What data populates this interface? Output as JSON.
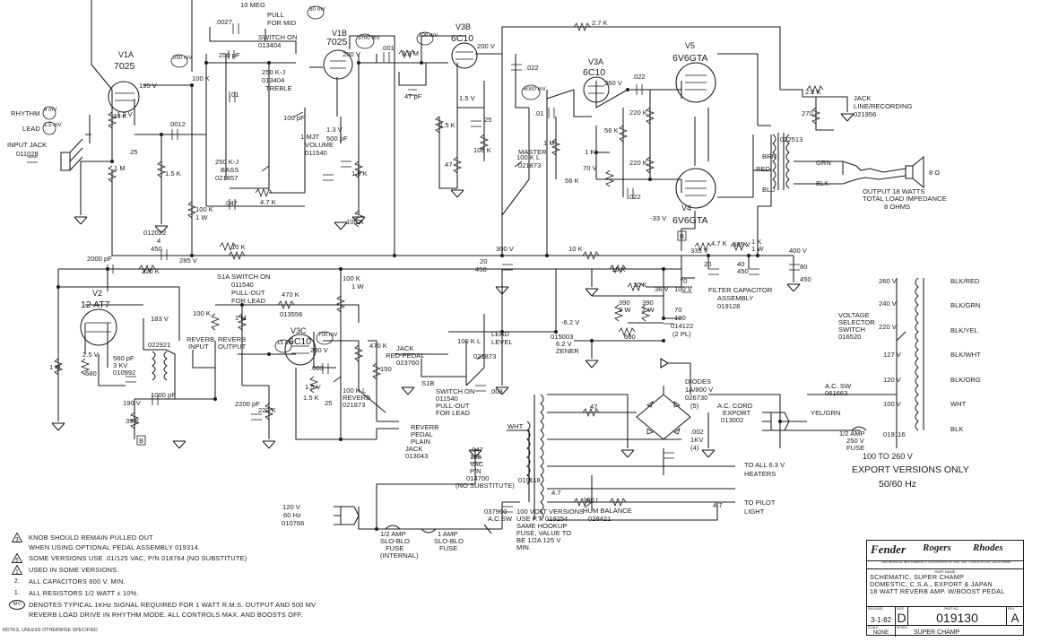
{
  "tubes": {
    "v1a": {
      "name": "V1A",
      "type": "7025"
    },
    "v1b": {
      "name": "V1B",
      "type": "7025"
    },
    "v3b": {
      "name": "V3B",
      "type": "6C10"
    },
    "v3a": {
      "name": "V3A",
      "type": "6C10"
    },
    "v3c": {
      "name": "V3C",
      "type": "6C10"
    },
    "v5": {
      "name": "V5",
      "type": "6V6GTA"
    },
    "v4": {
      "name": "V4",
      "type": "6V6GTA"
    },
    "v2": {
      "name": "V2",
      "type": "12 AT7"
    }
  },
  "mv_badges": [
    "50 mV",
    "250 mV",
    "3700 mV",
    "200 mV",
    "6000 mV",
    "15 mV",
    "700 mV"
  ],
  "inputs": {
    "rhythm": "RHYTHM",
    "lead": "LEAD",
    "rhythm_mv": "6 mV",
    "lead_mv": "1.5 mV",
    "input_jack": "INPUT JACK",
    "input_jack_pn": "011028"
  },
  "tone": {
    "pot_mid": "10 MEG",
    "pull_mid": "PULL",
    "for_mid": "FOR MID",
    "switch_on": "SWITCH ON",
    "switch_pn": "013404",
    "treble_val": "250 K-J",
    "treble_pn": "013404",
    "treble": "TREBLE",
    "bass_val": "250 K-J",
    "bass": "BASS",
    "bass_pn": "021857",
    "volume_val": "1 MJT",
    "volume": "VOLUME",
    "volume_pn": "011540",
    "c_0027": ".0027",
    "c_250pf": "250 pF",
    "c_01": ".01",
    "c_100pf": "100 pF",
    "c_047": ".047",
    "r_47k": "4.7 K",
    "r_100k": "100 K"
  },
  "labels": {
    "v1a_plate": "195 V",
    "v1a_cath": "1.2 V",
    "r_33k": "33 K",
    "c_0012": ".0012",
    "r_1m": "1 M",
    "c_25_25": "25",
    "r_15k": "1.5 K",
    "r_100k_1w": "100 K",
    "watt_1w": "1 W",
    "cap_012022": "012022",
    "cap_4": "4",
    "cap_450": "450",
    "v_285": "285 V",
    "r_10k_a": "10 K",
    "v1b_plate": "200 V",
    "c_001": ".001",
    "r_33m": "3.3 M",
    "c_47pf": "47 pF",
    "r_15k_b": "1.5 K",
    "c_500pf": "500 pF",
    "v_13": "1.3 V",
    "r_100k_1w_b": "100 K",
    "v3b_plate": "200 V",
    "v3b_cath": "1.5 V",
    "c_022_a": ".022",
    "r_15k_c": "1.5 K",
    "c_25v": "25",
    "r_100k_c": "100 K",
    "r_47": "47",
    "master_val": "100 K L",
    "master": "MASTER",
    "master_pn": "021873",
    "r_27k": "2.7 K",
    "v3a_plate": "260 V",
    "c_022_b": ".022",
    "c_01_b": ".01",
    "r_220k_a": "220 K",
    "r_220k_b": "220 K",
    "r_56k_a": "56 K",
    "r_56k_b": "56 K",
    "r_1m_b": "1 M",
    "r_1k": "1 K",
    "v_70": "70 V",
    "c_022_c": ".022",
    "bias_33": "-33 V",
    "v_300": "300 V",
    "r_10k_b": "10 K",
    "cap_20_450": "20",
    "cap_450_b": "450",
    "r_22k": "2.2 K",
    "r_270": "270",
    "jack_line": "JACK",
    "jack_line2": "LINE/RECORDING",
    "jack_line_pn": "021956",
    "ot_pn": "022513",
    "brn": "BRN",
    "red": "RED",
    "blu": "BLU",
    "grn": "GRN",
    "blk": "BLK",
    "spk_ohm": "8 Ω",
    "output_1": "OUTPUT 18 WATTS",
    "output_2": "TOTAL LOAD IMPEDANCE",
    "output_3": "8 OHMS",
    "v_335": "335 V",
    "r_47k_b": "4.7 K",
    "v_385": "385 V",
    "r_1k_1w": "1 K",
    "w_1w": "1 W",
    "v_400": "400 V",
    "cap_20_b": "20",
    "cap_40": "40",
    "cap_450_c": "450",
    "cap_80": "80",
    "cap_450_d": "450",
    "filter_1": "FILTER CAPACITOR",
    "filter_2": "ASSEMBLY",
    "filter_pn": "019128",
    "c_2000pf": "2000 pF",
    "r_220k_c": "220 K",
    "s1a_1": "S1A SWITCH ON",
    "s1a_2": "011540",
    "s1a_3": "PULL-OUT",
    "s1a_4": "FOR LEAD",
    "v2_plate": "183 V",
    "v_25": "2.5 V",
    "r_680": "680",
    "r_1m_c": "1 M",
    "ot2_pn": "022921",
    "c_560pf": "560 pF",
    "kv_3": "3 KV",
    "ot2_pn2": "010992",
    "reverb_input": "REVERB",
    "reverb_input2": "INPUT",
    "reverb_output": "REVERB",
    "reverb_output2": "OUTPUT",
    "v_190": "190 V",
    "c_1000pf": "1000 pF",
    "r_39k": "39 K",
    "r_100k_d": "100 K",
    "r_1m_d": "1 M",
    "r_470k": "470 K",
    "pn_013556": "013556",
    "c_2200pf": "2200 pF",
    "r_220k_d": "220 K",
    "v3c_plate": "200 V",
    "c_003": ".003",
    "v_15": "1.5 V",
    "r_15k_d": "1.5 K",
    "c_25_c": "25",
    "rev_pot_val": "100 K L",
    "rev_pot": "REVERB",
    "rev_pot_pn": "021873",
    "r_470k_b": "470 K",
    "r_150": "150",
    "r_100k_1w_c": "100 K",
    "w_1w_c": "1 W",
    "jack_rp": "JACK",
    "jack_rp2": "RED-PEDAL",
    "jack_rp_pn": "023760",
    "s1b_1": "S1B",
    "s1b_2": "SWITCH ON",
    "s1b_3": "011540",
    "s1b_4": "PULL-OUT",
    "s1b_5": "FOR LEAD",
    "c_003_b": ".003",
    "lead_pot_val": "100 K L",
    "lead_level": "LEAD",
    "lead_level2": "LEVEL",
    "lead_pot_pn": "021873",
    "reverb_pedal": "REVERB",
    "reverb_pedal2": "PEDAL",
    "reverb_pedal3": "PLAIN",
    "jack_013043": "JACK",
    "jack_013043_pn": "013043",
    "r_15k_e": "15 K",
    "r_10k_c": "10 K",
    "v_36": "36 V",
    "r_390_a": "390",
    "w_2w_a": "2 W",
    "r_390_b": "390",
    "w_2w_b": "2 W",
    "v_62": "-6.2 V",
    "zener_pn": "015003",
    "zener_v": "6.2 V",
    "zener": "ZENER",
    "r_680_b": "680",
    "cap_70": "70",
    "cap_100v": "100 V",
    "cap_70_b": "70",
    "cap_100": "100",
    "cap_pn": "014122",
    "cap_2pl": "(2 PL)",
    "diodes": "DIODES",
    "diodes_2": "1A/800 V",
    "diodes_pn": "026730",
    "diodes_n": "(5)",
    "c_002": ".002",
    "kv_1": "1KV",
    "n_4": "(4)",
    "r_47_b": "47",
    "wht": "WHT",
    "c_047_b": ".047",
    "v_125": "125",
    "vac": "VAC",
    "pn_label": "P/N",
    "pn_014700": "014700",
    "no_sub": "(NO SUBSTITUTE)",
    "pt_pn": "019118",
    "ac_cord": "A.C. CORD",
    "export": "EXPORT",
    "ac_cord_pn": "013002",
    "ac_sw": "A.C. SW",
    "ac_sw_pn": "061663",
    "yel_grn": "YEL/GRN",
    "half_amp": "1/2 AMP",
    "v_250": "250 V",
    "fuse": "FUSE",
    "pn_019116": "019116",
    "export_range": "100 TO 260 V",
    "export_only": "EXPORT VERSIONS ONLY",
    "hz_5060": "50/60 Hz",
    "v_260": "260 V",
    "v_240": "240 V",
    "v_220": "220 V",
    "v_127": "127 V",
    "v_120": "120 V",
    "v_100": "100 V",
    "blk_red": "BLK/RED",
    "blk_grn": "BLK/GRN",
    "blk_yel": "BLK/YEL",
    "blk_wht": "BLK/WHT",
    "blk_org": "BLK/ORG",
    "wht_b": "WHT",
    "blk_b": "BLK",
    "vs_1": "VOLTAGE",
    "vs_2": "SELECTOR",
    "vs_3": "SWITCH",
    "vs_pn": "016520",
    "to_heaters": "TO ALL 6.3 V",
    "heaters": "HEATERS",
    "to_pilot": "TO PILOT",
    "light": "LIGHT",
    "hum_val": "100 L",
    "hum": "HUM BALANCE",
    "hum_pn": "028421",
    "r_47_c": "4.7",
    "r_47_d": "4.7",
    "v_120_b": "120 V",
    "hz_60": "60 Hz",
    "pn_010766": "010766",
    "pn_037960": "037960",
    "acsw_b": "A.C.SW",
    "fuse_half": "1/2 AMP",
    "fuse_slo": "SLO-BLO",
    "fuse_f": "FUSE",
    "fuse_int": "(INTERNAL)",
    "fuse_1a": "1 AMP",
    "fuse_slo2": "SLO-BLO",
    "fuse_f2": "FUSE",
    "pt_note_1": "100 VOLT VERSIONS",
    "pt_note_2": "USE P.T. 019254",
    "pt_note_3": "SAME HOOKUP",
    "pt_note_4": "FUSE, VALUE TO",
    "pt_note_5": "BE 1/2A 125 V",
    "pt_note_6": "MIN.",
    "b_label": "B"
  },
  "notes": [
    {
      "mark": "3",
      "tri": true,
      "text": "KNOB SHOULD REMAIN PULLED OUT"
    },
    {
      "mark": "",
      "tri": false,
      "text": "WHEN USING OPTIONAL PEDAL ASSEMBLY 019314.",
      "cont": true
    },
    {
      "mark": "5",
      "tri": true,
      "text": "SOME VERSIONS USE .01/125 VAC, P/N 018764 (NO SUBSTITUTE)"
    },
    {
      "mark": "1",
      "tri": true,
      "text": "USED IN SOME VERSIONS."
    },
    {
      "mark": "2.",
      "tri": false,
      "text": "ALL CAPACITORS 600 V. MIN."
    },
    {
      "mark": "1.",
      "tri": false,
      "text": "ALL RESISTORS 1/2 WATT ± 10%."
    },
    {
      "mark": "MV",
      "circ": true,
      "text": "DENOTES TYPICAL 1KHz SIGNAL REQUIRED FOR 1 WATT R.M.S. OUTPUT AND 500 MV"
    },
    {
      "mark": "",
      "tri": false,
      "text": "REVERB LOAD DRIVE IN RHYTHM MODE. ALL CONTROLS MAX. AND BOOSTS OFF.",
      "cont": true
    }
  ],
  "footnote": "NOTES, UNLESS OTHERWISE SPECIFIED",
  "title_block": {
    "fender": "Fender",
    "rogers": "Rogers",
    "rhodes": "Rhodes",
    "company": "CBS MUSICAL INSTRUMENTS • A DIVISION OF CBS, INC. • FULLERTON, CALIFORNIA",
    "part_name_label": "PART NAME",
    "line1": "SCHEMATIC, SUPER CHAMP",
    "line2": "DOMESTIC, C.S.A., EXPORT & JAPAN",
    "line3": "18 WATT REVERB AMP. W/BOOST PEDAL",
    "release_label": "RELEASE",
    "size_label": "SIZE",
    "partno_label": "PART NO.",
    "rev_label": "REV",
    "release": "3-1-82",
    "size": "D",
    "partno": "019130",
    "rev": "A",
    "scale_label": "SCALE",
    "scale": "NONE",
    "model_label": "MODEL",
    "model": "SUPER CHAMP"
  }
}
